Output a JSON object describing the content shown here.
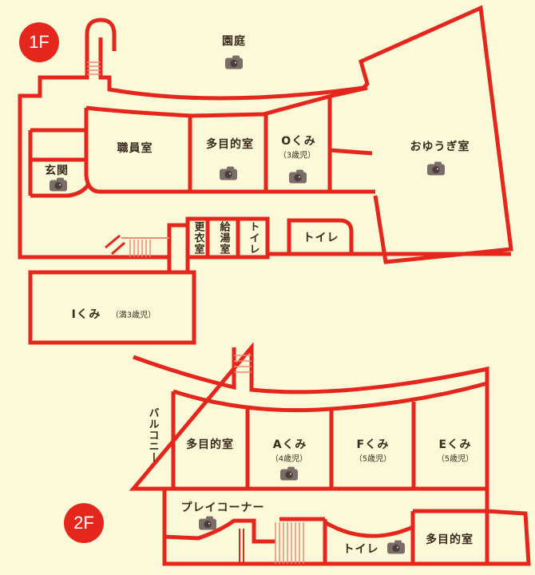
{
  "floors": {
    "first": {
      "badge": "1F",
      "rooms": {
        "garden": "園庭",
        "staff_room": "職員室",
        "multipurpose": "多目的室",
        "o_class": "Oくみ",
        "o_class_age": "（3歳児）",
        "playroom": "おゆうぎ室",
        "entrance": "玄関",
        "changing_room": "更衣室",
        "kitchenette": "給湯室",
        "toilet_small": "トイレ",
        "toilet": "トイレ",
        "i_class": "Iくみ",
        "i_class_age": "（満3歳児）"
      }
    },
    "second": {
      "badge": "2F",
      "rooms": {
        "balcony": "バルコニー",
        "multipurpose": "多目的室",
        "a_class": "Aくみ",
        "a_class_age": "（4歳児）",
        "f_class": "Fくみ",
        "f_class_age": "（5歳児）",
        "e_class": "Eくみ",
        "e_class_age": "（5歳児）",
        "play_corner": "プレイコーナー",
        "toilet": "トイレ",
        "multipurpose2": "多目的室"
      }
    }
  },
  "icons": {
    "photo": "camera-icon"
  },
  "colors": {
    "wall": "#e5261c",
    "background": "#fbf9d8",
    "stairs": "#f08a7a",
    "text": "#3a2a1e",
    "camera": "#7d6d68"
  }
}
